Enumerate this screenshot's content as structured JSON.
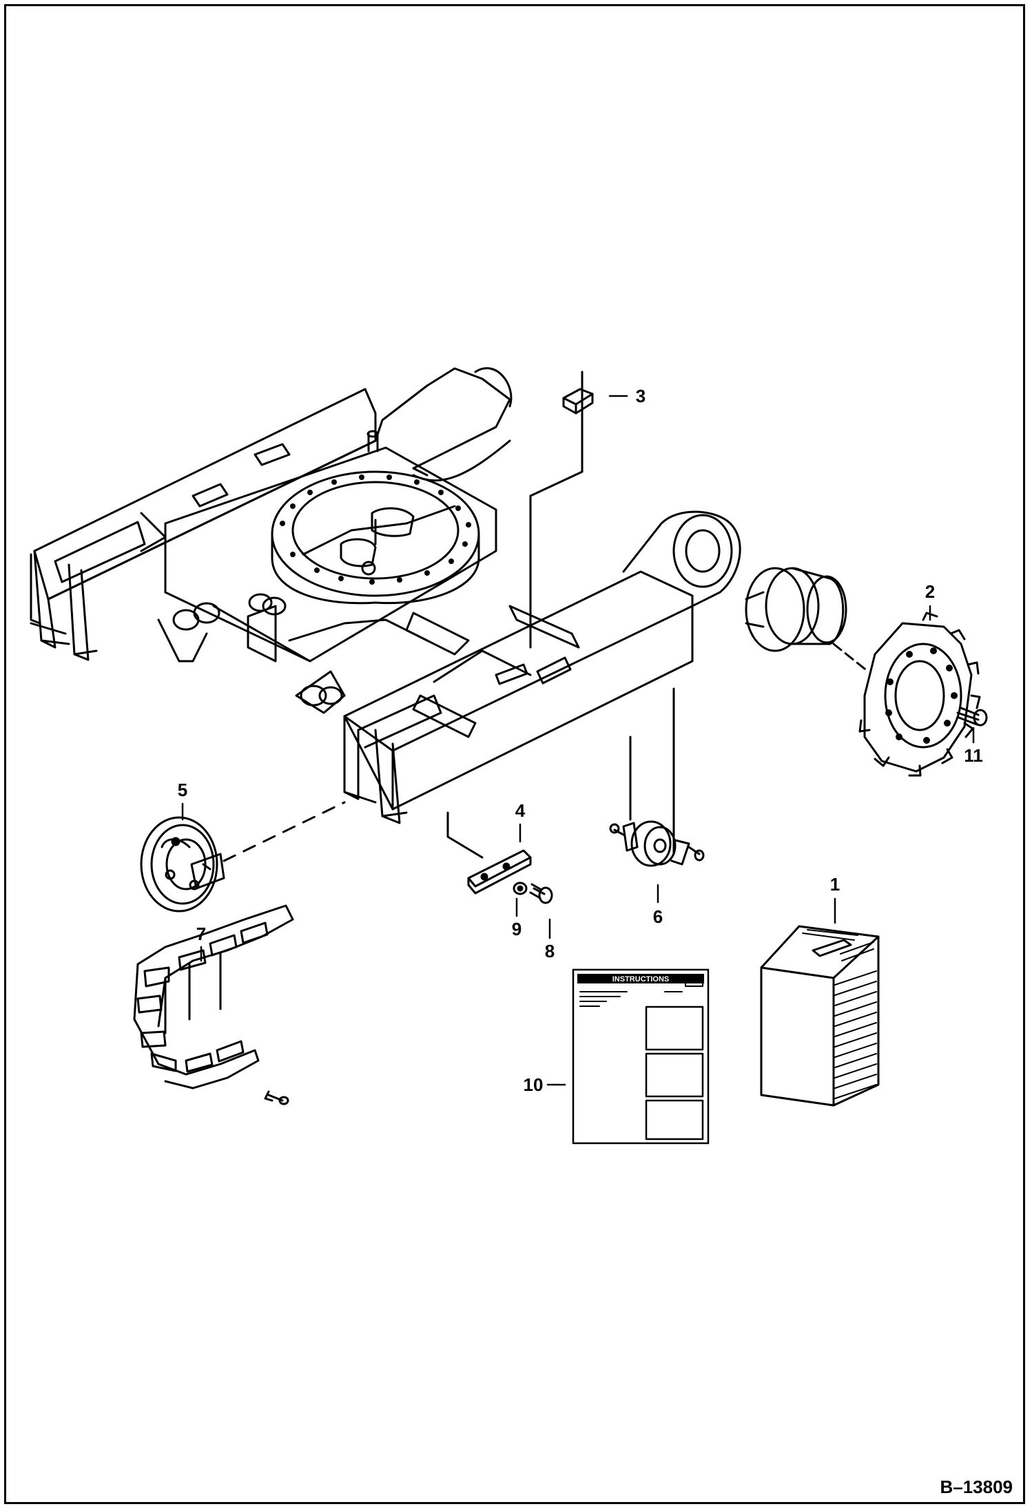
{
  "figure_id": "B–13809",
  "instruction_sheet_title": "INSTRUCTIONS",
  "callouts": [
    {
      "id": "c1",
      "label": "1"
    },
    {
      "id": "c2",
      "label": "2"
    },
    {
      "id": "c3",
      "label": "3"
    },
    {
      "id": "c4",
      "label": "4"
    },
    {
      "id": "c5",
      "label": "5"
    },
    {
      "id": "c6",
      "label": "6"
    },
    {
      "id": "c7",
      "label": "7"
    },
    {
      "id": "c8",
      "label": "8"
    },
    {
      "id": "c9",
      "label": "9"
    },
    {
      "id": "c10",
      "label": "10"
    },
    {
      "id": "c11",
      "label": "11"
    }
  ],
  "colors": {
    "ink": "#000000",
    "paper": "#ffffff"
  }
}
